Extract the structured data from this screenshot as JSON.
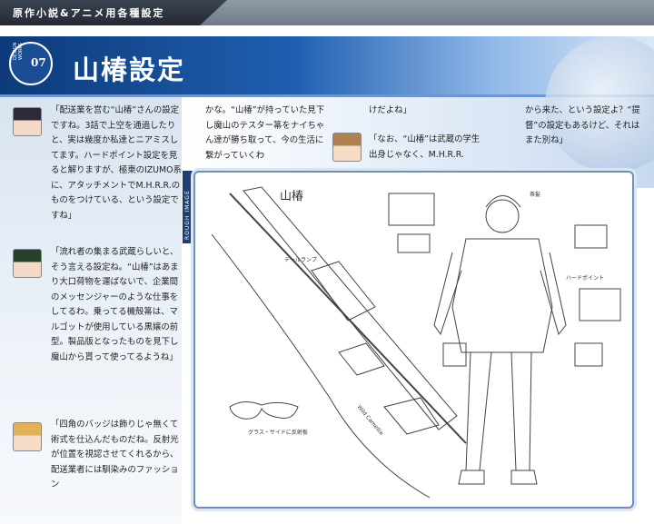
{
  "header": {
    "title": "原作小説&アニメ用各種設定"
  },
  "section": {
    "badge_label": "DESIGN WORKS",
    "number": "07",
    "title": "山椿設定"
  },
  "commentary": {
    "col_a": {
      "p1": "「配送業を営む“山椿”さんの設定ですね。3話で上空を通過したりと、実は幾度か私達とニアミスしてます。ハードポイント設定を見ると解りますが、極東のIZUMO系に、アタッチメントでM.H.R.R.のものをつけている、という設定ですね」",
      "p2": "「流れ者の集まる武蔵らしいと、そう言える設定ね。“山椿”はあまり大口荷物を運ばないで、企業間のメッセンジャーのような仕事をしてるわ。乗ってる機殻箒は、マルゴットが使用している黒嬢の前型。製品版となったものを見下し魔山から貰って使ってるようね」",
      "p3": "「四角のバッジは飾りじゃ無くて術式を仕込んだものだね。反射光が位置を視認させてくれるから、配送業者には馴染みのファッション"
    },
    "col_b": {
      "p1": "かな。“山椿”が持っていた見下し魔山のテスター箒をナイちゃん達が勝ち取って、今の生活に繋がっていくわ"
    },
    "col_c": {
      "p1": "けだよね」",
      "p2": "「なお、“山椿”は武蔵の学生出身じゃなく、M.H.R.R."
    },
    "col_d": {
      "p1": "から来た、という設定よ？“提督”の設定もあるけど、それはまた別ね」"
    }
  },
  "rough": {
    "tab_label": "ROUGH IMAGE",
    "notes": {
      "title": "山椿",
      "n1": "テールランプ",
      "n2": "グラス・サイドに反射板",
      "n3": "Wild Camellia",
      "n4": "茶髪",
      "n5": "ハードポイント"
    }
  }
}
